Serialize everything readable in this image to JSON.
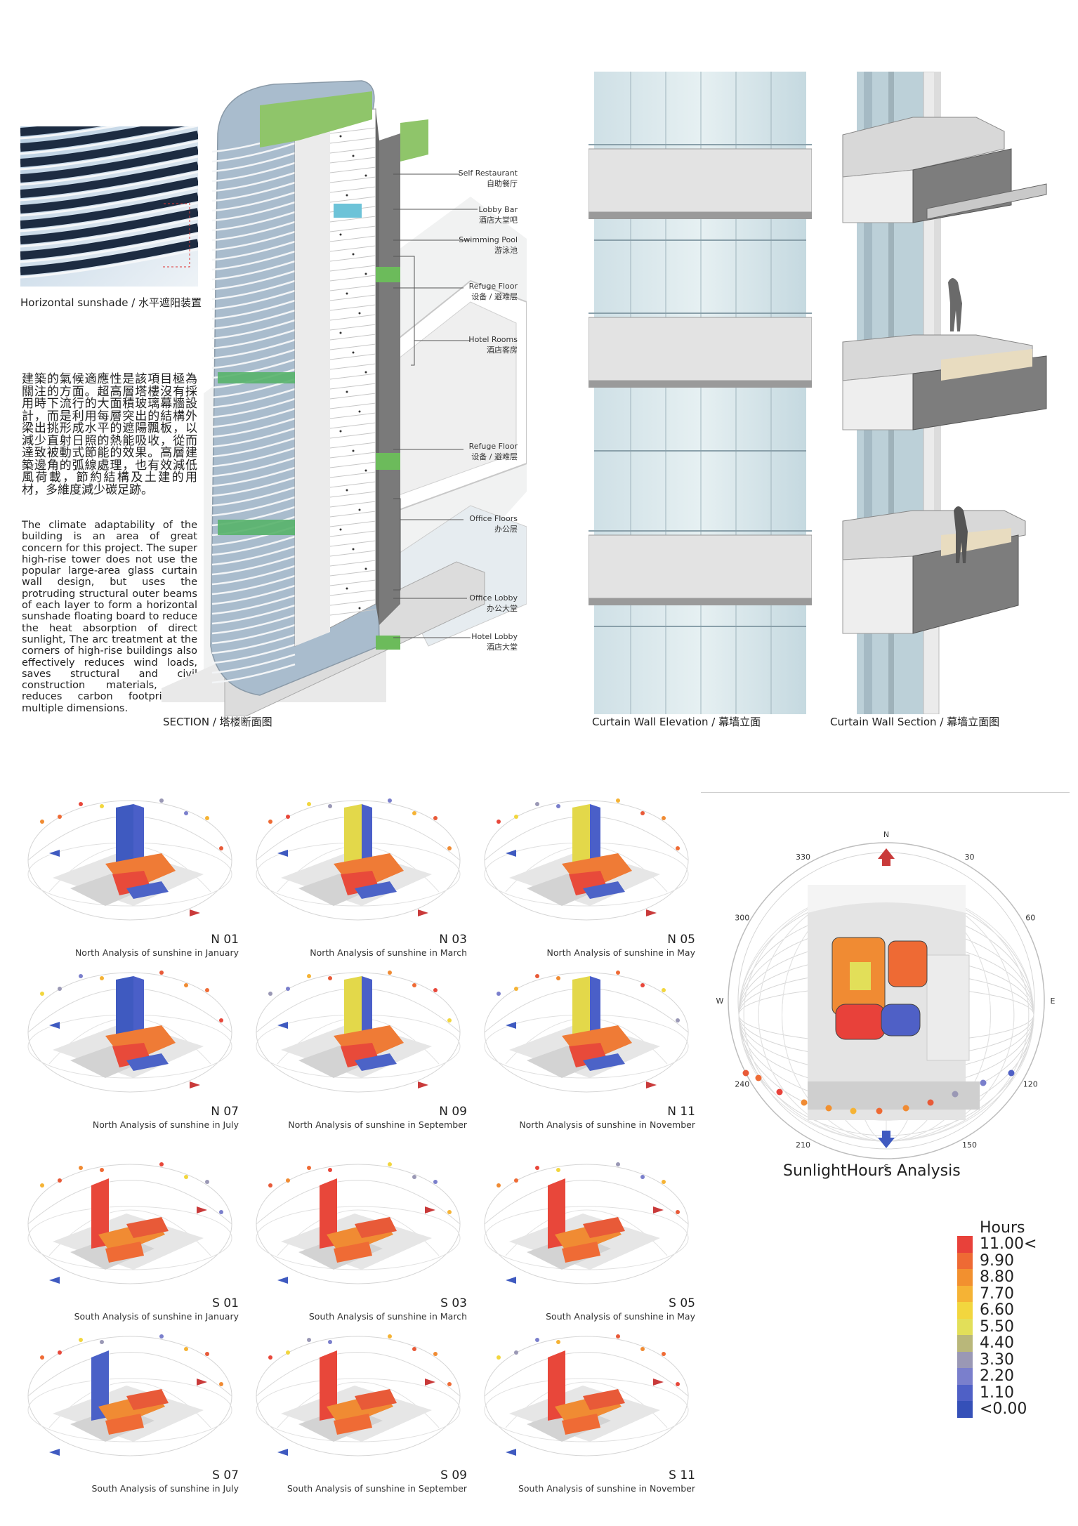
{
  "top": {
    "sunshade_caption": "Horizontal sunshade  / 水平遮阳装置",
    "zh_paragraph": "建築的氣候適應性是該項目極為關注的方面。超高層塔樓沒有採用時下流行的大面積玻璃幕牆設計，而是利用每層突出的結構外梁出挑形成水平的遮陽飄板，以減少直射日照的熱能吸收，從而達致被動式節能的效果。高層建築邊角的弧線處理，也有效減低風荷載，節約結構及土建的用材，多維度減少碳足跡。",
    "en_paragraph": "The climate adaptability of the building is an area of great concern for this project. The super high-rise tower does not use the popular large-area glass curtain wall design, but uses the protruding structural outer beams of each layer to form a horizontal sunshade floating board to reduce the heat absorption of direct sunlight, The arc treatment at the corners of high-rise buildings also effectively reduces wind loads, saves structural and civil construction materials, and reduces carbon footprint in multiple dimensions.",
    "section_caption": "SECTION  / 塔楼断面图",
    "curtain_elev_caption": "Curtain Wall Elevation   / 幕墙立面",
    "curtain_section_caption": "Curtain Wall Section  / 幕墙立面图",
    "labels": [
      {
        "en": "Self Restaurant",
        "zh": "自助餐厅"
      },
      {
        "en": "Lobby Bar",
        "zh": "酒店大堂吧"
      },
      {
        "en": "Swimming Pool",
        "zh": "游泳池"
      },
      {
        "en": "Refuge Floor",
        "zh": "设备 / 避难层"
      },
      {
        "en": "Hotel Rooms",
        "zh": "酒店客房"
      },
      {
        "en": "Refuge Floor",
        "zh": "设备 / 避难层"
      },
      {
        "en": "Office Floors",
        "zh": "办公层"
      },
      {
        "en": "Office Lobby",
        "zh": "办公大堂"
      },
      {
        "en": "Hotel Lobby",
        "zh": "酒店大堂"
      }
    ]
  },
  "analysis_tiles": [
    {
      "code": "N 01",
      "caption": "North Analysis of sunshine in January"
    },
    {
      "code": "N 03",
      "caption": "North Analysis of sunshine in March"
    },
    {
      "code": "N 05",
      "caption": "North Analysis of sunshine in May"
    },
    {
      "code": "N 07",
      "caption": "North Analysis of sunshine in July"
    },
    {
      "code": "N 09",
      "caption": "North Analysis of sunshine in September"
    },
    {
      "code": "N 11",
      "caption": "North Analysis of sunshine in November"
    },
    {
      "code": "S 01",
      "caption": "South Analysis of sunshine in January"
    },
    {
      "code": "S 03",
      "caption": "South Analysis of sunshine in March"
    },
    {
      "code": "S 05",
      "caption": "South Analysis of sunshine in May"
    },
    {
      "code": "S 07",
      "caption": "South Analysis of sunshine in July"
    },
    {
      "code": "S 09",
      "caption": "South Analysis of sunshine in September"
    },
    {
      "code": "S 11",
      "caption": "South Analysis of sunshine in November"
    }
  ],
  "compass": {
    "title": "SunlightHours Analysis",
    "labels": [
      "N",
      "30",
      "60",
      "E",
      "120",
      "150",
      "S",
      "210",
      "240",
      "W",
      "300",
      "330"
    ]
  },
  "legend": {
    "title": "Hours",
    "items": [
      {
        "label": "11.00<",
        "color": "#e8413a"
      },
      {
        "label": "9.90",
        "color": "#ee6a34"
      },
      {
        "label": "8.80",
        "color": "#f2902f"
      },
      {
        "label": "7.70",
        "color": "#f5b335"
      },
      {
        "label": "6.60",
        "color": "#f2d63e"
      },
      {
        "label": "5.50",
        "color": "#e2df59"
      },
      {
        "label": "4.40",
        "color": "#b9b77a"
      },
      {
        "label": "3.30",
        "color": "#9a98b5"
      },
      {
        "label": "2.20",
        "color": "#7a7fcc"
      },
      {
        "label": "1.10",
        "color": "#4f60c6"
      },
      {
        "label": "<0.00",
        "color": "#3550b8"
      }
    ]
  }
}
